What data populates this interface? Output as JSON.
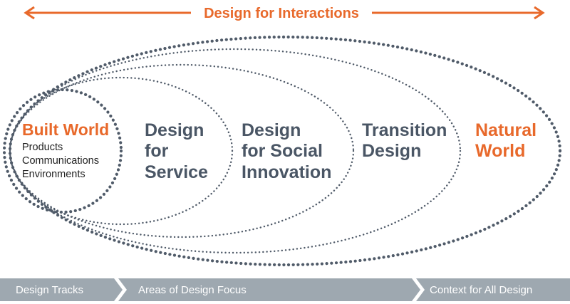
{
  "title": "Design for Interactions",
  "colors": {
    "accent": "#e8692b",
    "slate": "#4a5665",
    "banner": "#9ea8b0",
    "dots": "#505b69"
  },
  "built_world": {
    "title": "Built World",
    "items": [
      "Products",
      "Communications",
      "Environments"
    ]
  },
  "design_for_service": [
    "Design",
    "for",
    "Service"
  ],
  "design_for_social_innovation": [
    "Design",
    "for Social",
    "Innovation"
  ],
  "transition_design": [
    "Transition",
    "Design"
  ],
  "natural_world": [
    "Natural",
    "World"
  ],
  "banner": {
    "design_tracks": "Design Tracks",
    "areas_of_focus": "Areas of Design Focus",
    "context": "Context for All Design"
  }
}
